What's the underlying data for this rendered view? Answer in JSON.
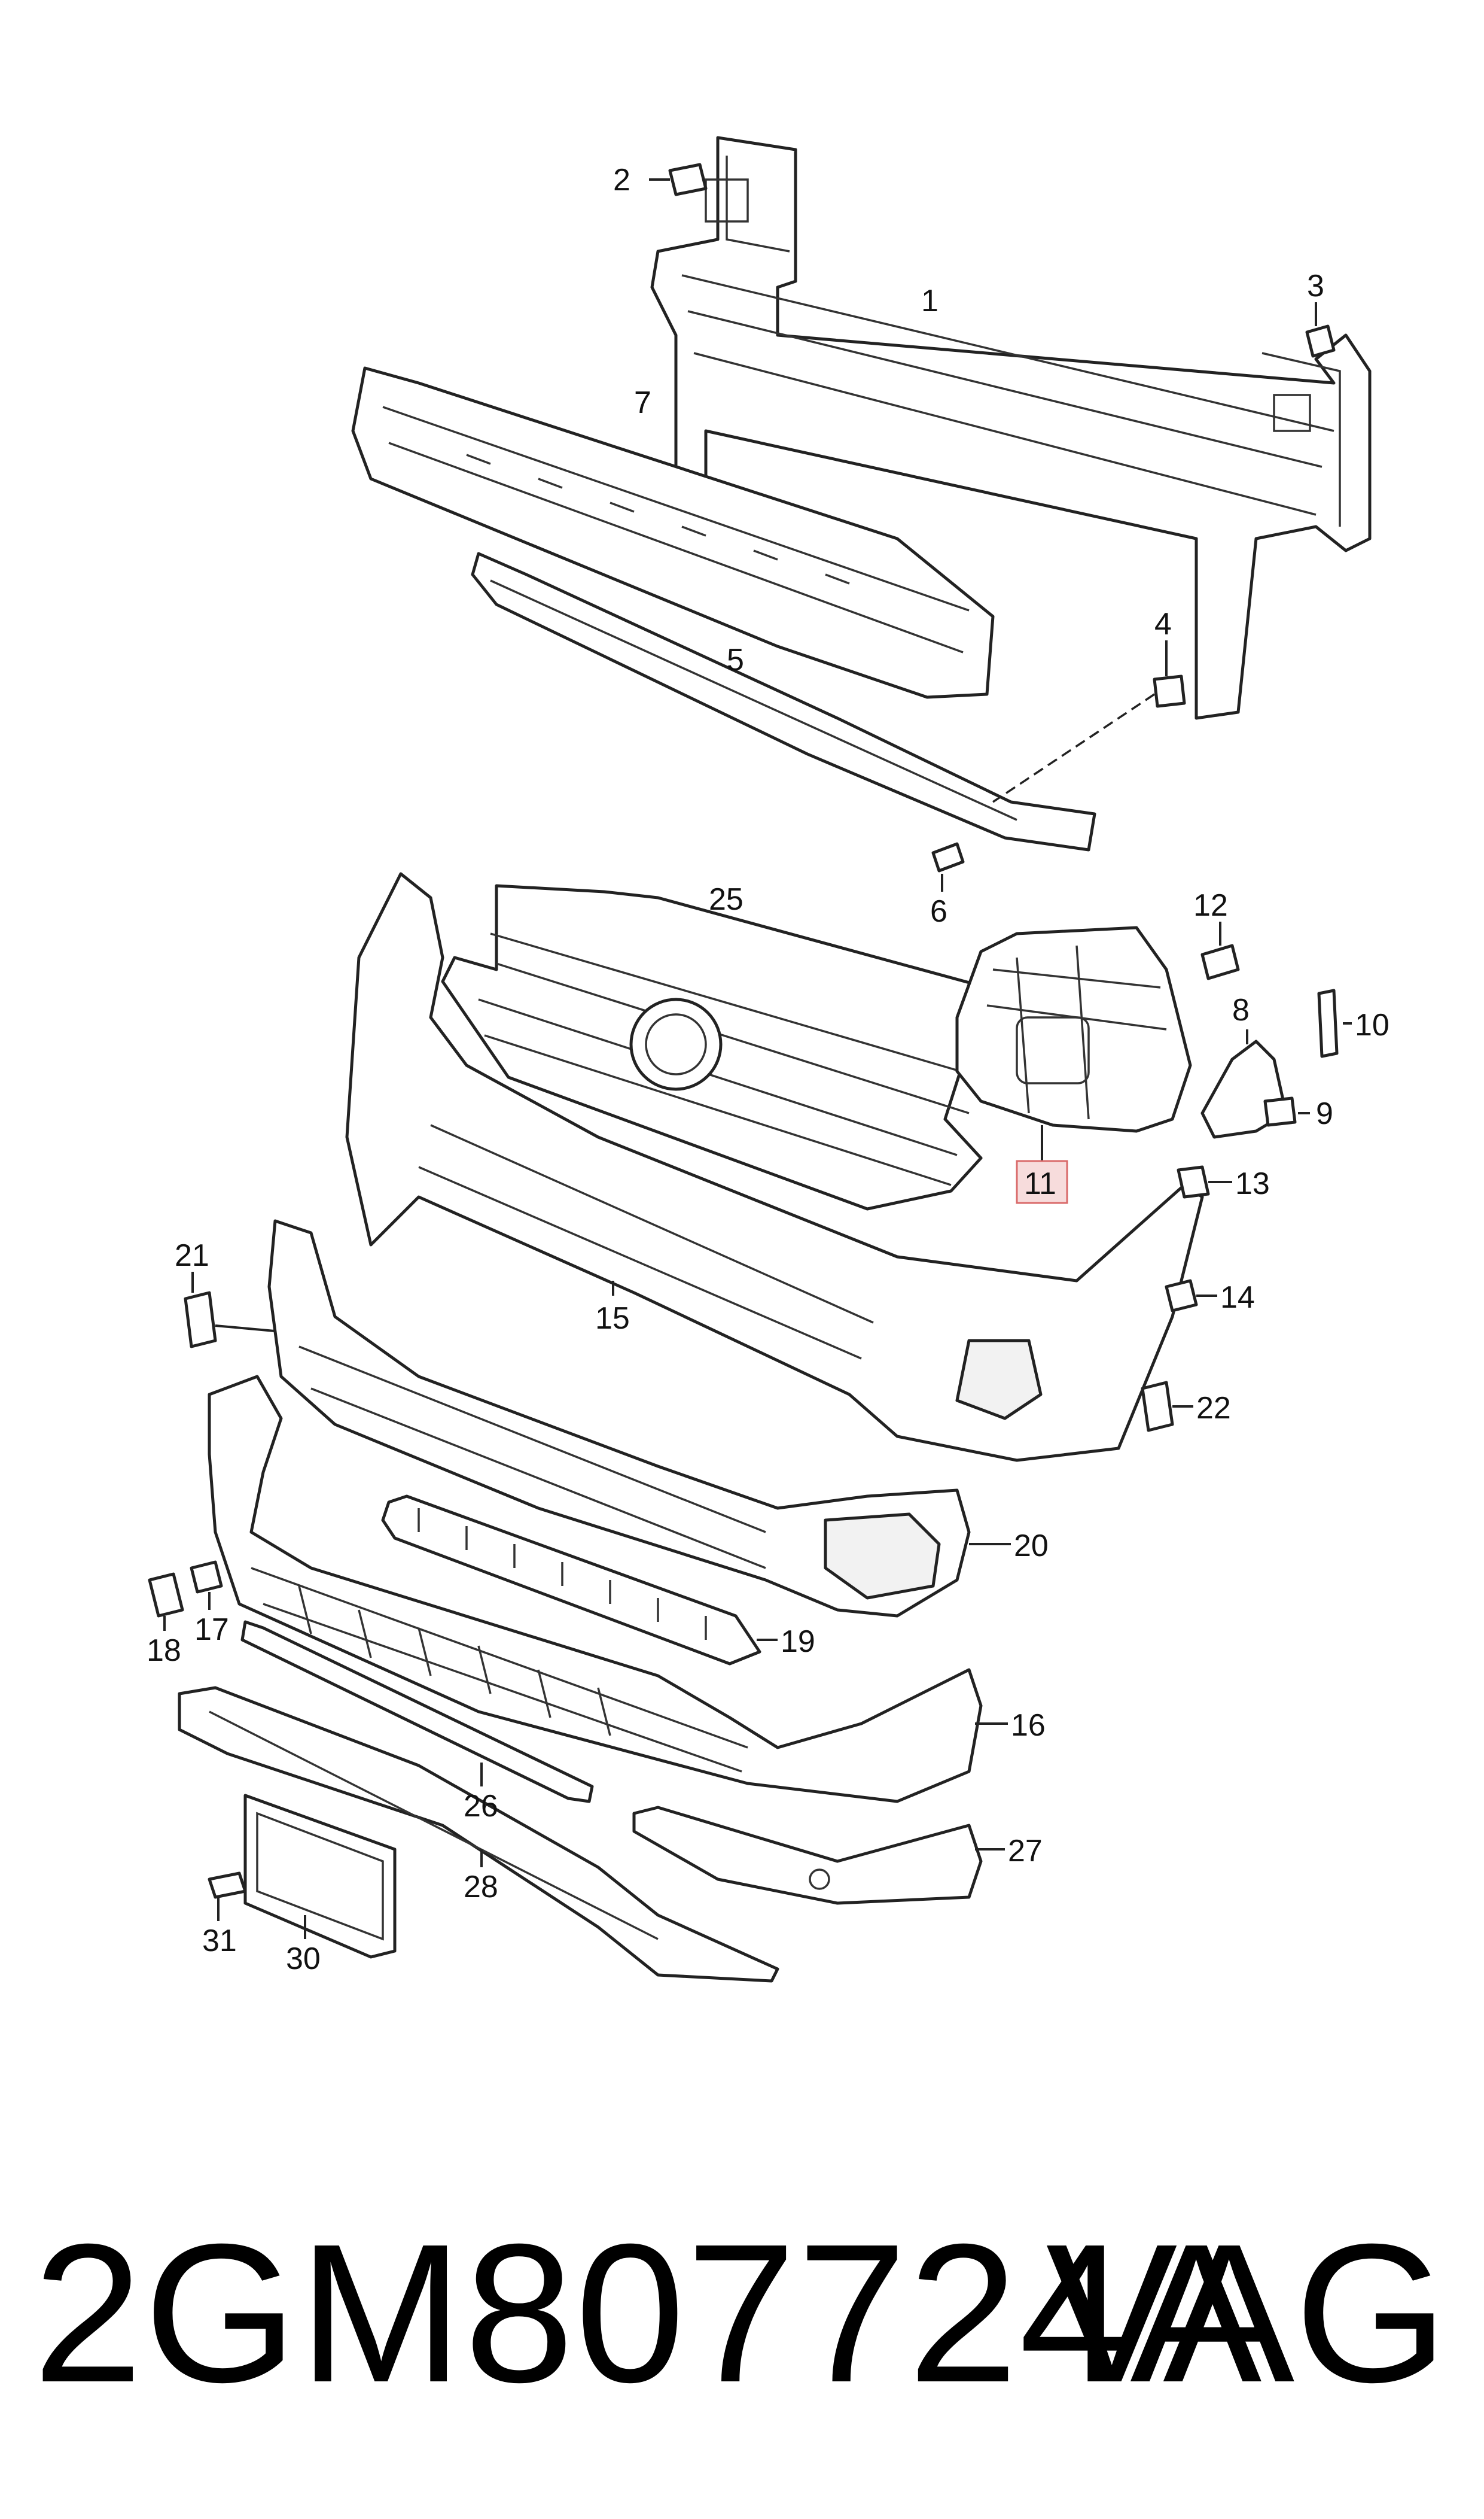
{
  "diagram": {
    "highlighted_label": "11",
    "labels": [
      "1",
      "2",
      "3",
      "4",
      "5",
      "6",
      "7",
      "8",
      "9",
      "10",
      "11",
      "12",
      "13",
      "14",
      "15",
      "16",
      "17",
      "18",
      "19",
      "20",
      "21",
      "22",
      "25",
      "26",
      "27",
      "28",
      "30",
      "31"
    ]
  },
  "footer": {
    "part_number": "2GM807724A",
    "brand": "VAG"
  },
  "colors": {
    "highlight_fill": "#f7dcdc",
    "highlight_border": "#d96a6a",
    "line": "#222222"
  }
}
